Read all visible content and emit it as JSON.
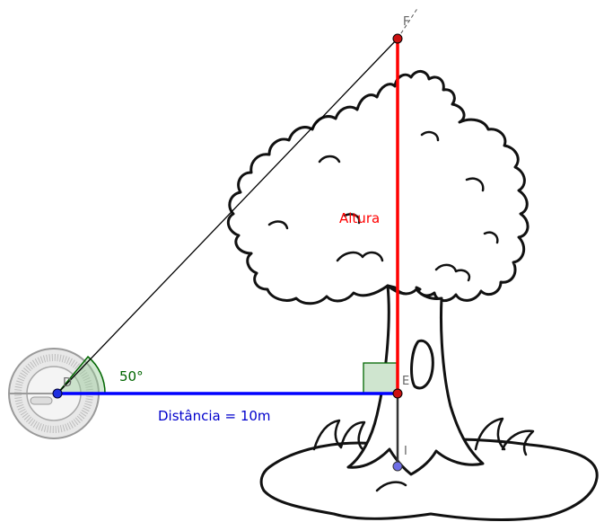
{
  "points": {
    "D": "D",
    "E": "E",
    "F": "F",
    "I": "I"
  },
  "labels": {
    "angle": "50°",
    "distance": "Distância = 10m",
    "height": "Altura"
  },
  "colors": {
    "height_segment": "#ff0000",
    "distance_segment": "#0000ff",
    "angle_text": "#006600",
    "angle_fill": "#99cc99",
    "right_angle_fill": "#cfe5cf",
    "sight_line": "#000000",
    "trunk_segment": "#333333",
    "point_fill": "#cc1111",
    "point_I_fill": "#6e6ee6",
    "point_D_fill": "#1e2fe0"
  }
}
